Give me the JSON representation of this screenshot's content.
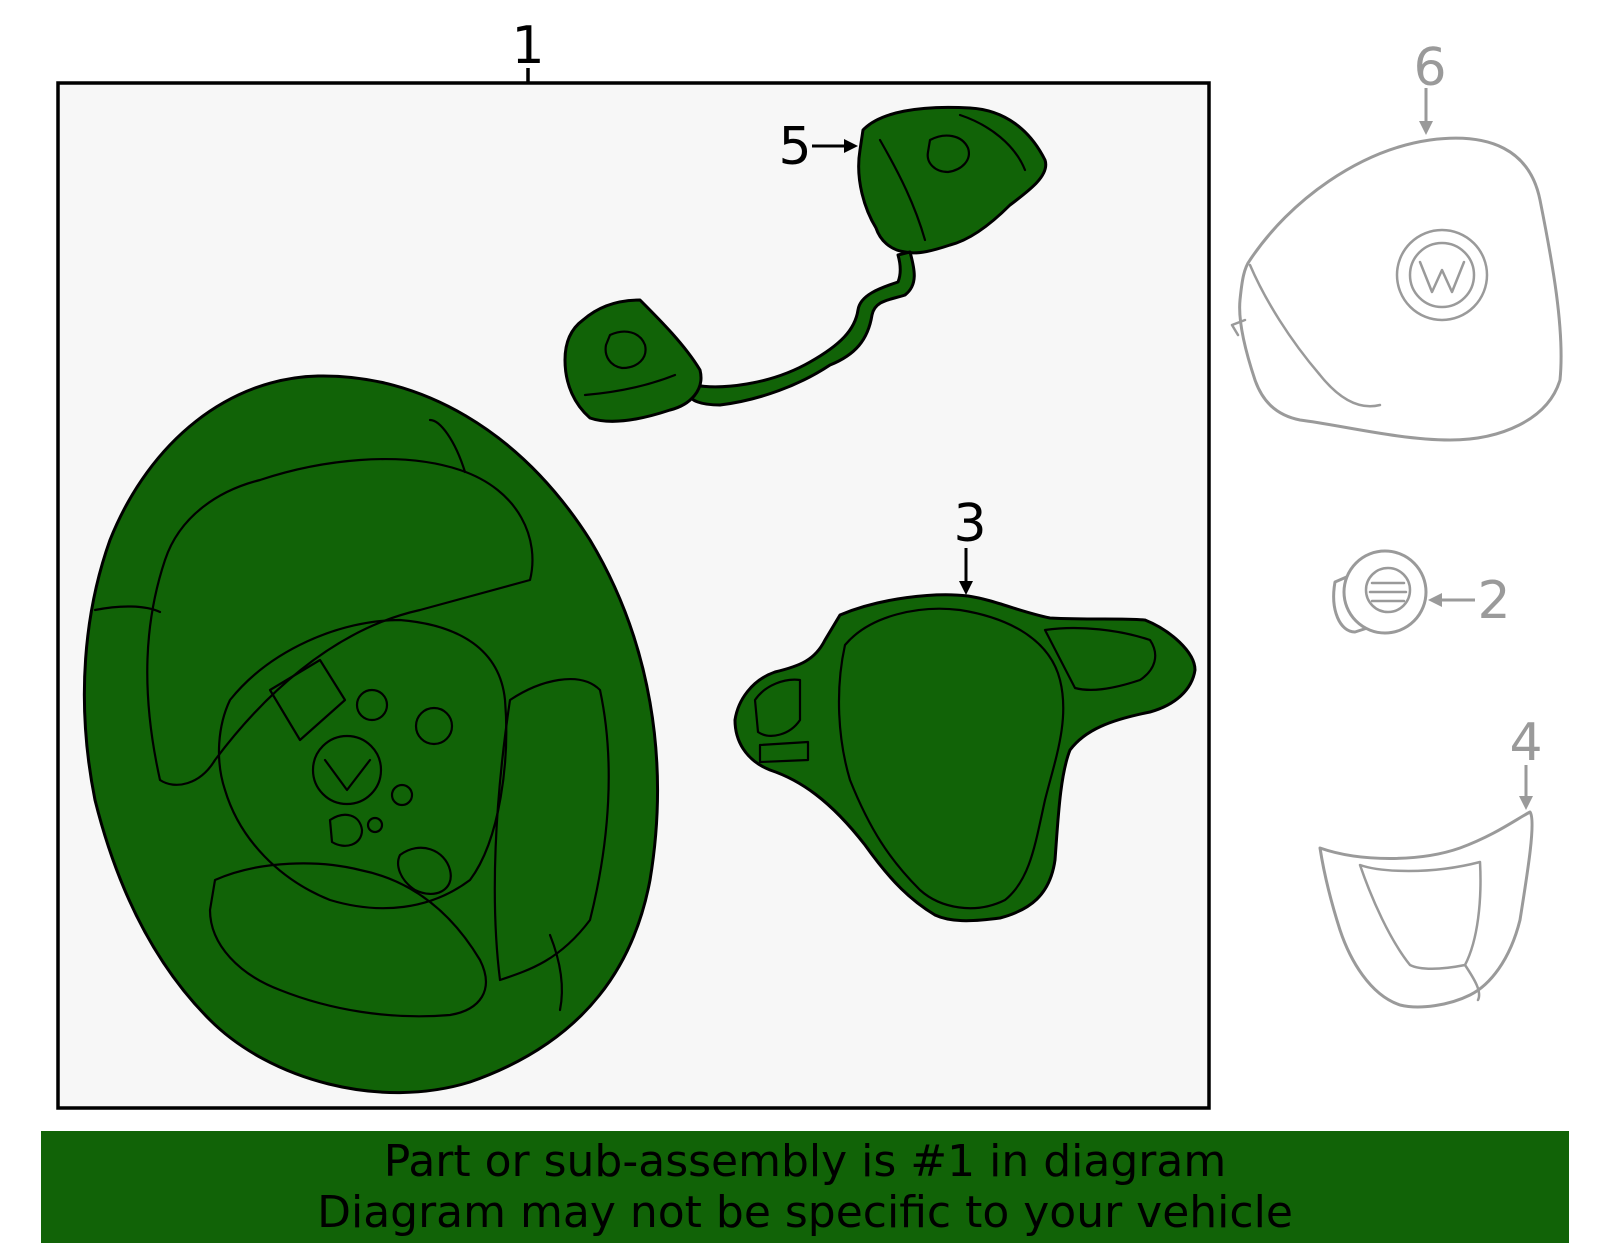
{
  "diagram": {
    "callouts": {
      "c1": "1",
      "c2": "2",
      "c3": "3",
      "c4": "4",
      "c5": "5",
      "c6": "6"
    },
    "highlighted_part": "1",
    "colors": {
      "highlight_fill": "#116307",
      "group_box_bg": "#f7f7f7",
      "outline": "#000000",
      "inactive_outline": "#9a9a9a"
    }
  },
  "banner": {
    "line1": "Part or sub-assembly is #1 in diagram",
    "line2": "Diagram may not be specific to your vehicle"
  }
}
